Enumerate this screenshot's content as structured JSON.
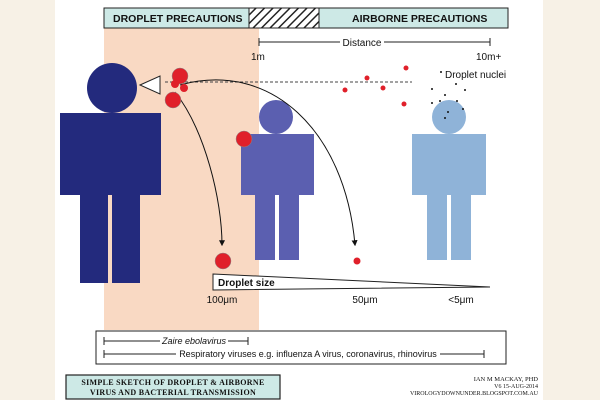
{
  "zones": {
    "droplet_label": "DROPLET PRECAUTIONS",
    "airborne_label": "AIRBORNE PRECAUTIONS"
  },
  "distance": {
    "label": "Distance",
    "start": "1m",
    "end": "10m+"
  },
  "labels": {
    "droplet_nuclei": "Droplet nuclei",
    "droplet_size": "Droplet size"
  },
  "sizes": [
    "100μm",
    "50μm",
    "<5μm"
  ],
  "ranges": {
    "ebola": "Zaire ebolavirus",
    "respiratory": "Respiratory viruses e.g. influenza A virus, coronavirus, rhinovirus"
  },
  "footer": {
    "title_line1": "Simple sketch of droplet & airborne",
    "title_line2": "virus and bacterial transmission",
    "author": "Ian M Mackay, PhD",
    "version": "V6 15-Aug-2014",
    "site": "virologydownunder.blogspot.com.au"
  },
  "colors": {
    "background": "#f7f1e6",
    "panel": "#ffffff",
    "droplet_zone": "#f9d9c3",
    "header_band": "#cde9e6",
    "person_source": "#232a7d",
    "person_near": "#5b5fb0",
    "person_far": "#8fb3d8",
    "droplet": "#e0202a",
    "footer_box": "#cde9e6"
  }
}
